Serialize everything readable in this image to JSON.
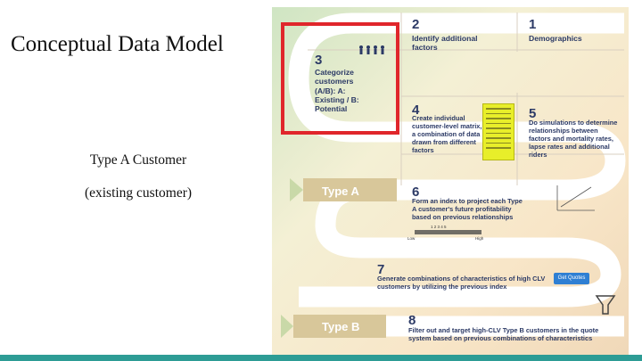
{
  "slide": {
    "title": "Conceptual Data Model",
    "caption_line1": "Type A Customer",
    "caption_line2": "(existing customer)"
  },
  "steps": [
    {
      "num": "1",
      "text": "Demographics"
    },
    {
      "num": "2",
      "text": "Identify additional factors"
    },
    {
      "num": "3",
      "text": "Categorize customers (A/B): A: Existing / B: Potential"
    },
    {
      "num": "4",
      "text": "Create individual customer-level matrix, a combination of data drawn from different factors"
    },
    {
      "num": "5",
      "text": "Do simulations to determine relationships between factors and mortality rates, lapse rates and additional riders"
    },
    {
      "num": "6",
      "text": "Form an index to project each Type A customer's future profitability based on previous relationships"
    },
    {
      "num": "7",
      "text": "Generate combinations of characteristics of high CLV customers by utilizing the previous index"
    },
    {
      "num": "8",
      "text": "Filter out and target high-CLV Type B customers in the quote system based on previous combinations of characteristics"
    }
  ],
  "type_a_label": "Type A",
  "type_b_label": "Type B",
  "get_quotes_label": "Get Quotes",
  "scale": {
    "low": "Low",
    "high": "High",
    "ticks": "1  2  3  4  5"
  },
  "colors": {
    "highlight": "#e0262b",
    "accent_bar": "#2d9c95",
    "text_navy": "#2c3a66",
    "band": "#ffffff"
  }
}
